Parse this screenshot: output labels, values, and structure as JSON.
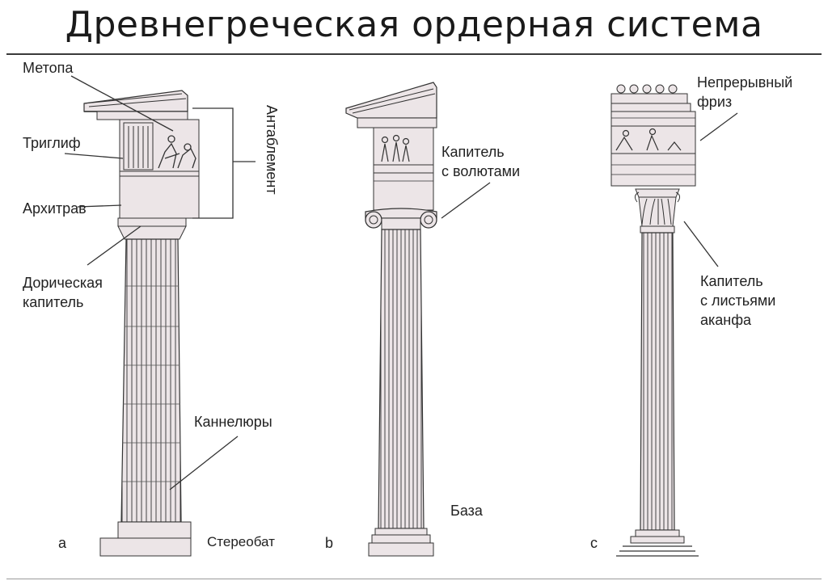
{
  "title": "Древнегреческая ордерная система",
  "labels": {
    "metopa": "Метопа",
    "triglif": "Триглиф",
    "arhitrav": "Архитрав",
    "doric_cap_1": "Дорическая",
    "doric_cap_2": "капитель",
    "antablement": "Антаблемент",
    "kannelury": "Каннелюры",
    "stereobat": "Стереобат",
    "ionic_cap_1": "Капитель",
    "ionic_cap_2": "с волютами",
    "baza": "База",
    "frieze_1": "Непрерывный",
    "frieze_2": "фриз",
    "corinth_cap_1": "Капитель",
    "corinth_cap_2": "с листьями",
    "corinth_cap_3": "аканфа",
    "letter_a": "a",
    "letter_b": "b",
    "letter_c": "c"
  },
  "colors": {
    "stone": "#ece5e7",
    "stone_dark": "#d9cdd0",
    "line": "#333333"
  }
}
